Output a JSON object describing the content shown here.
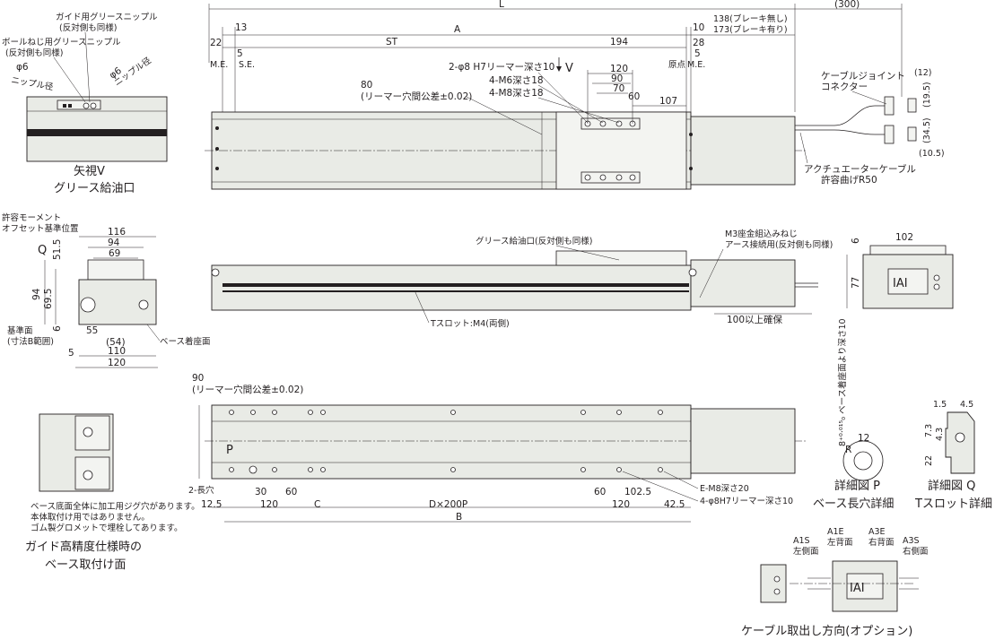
{
  "labels": {
    "L": "L",
    "A": "A",
    "ST": "ST",
    "B": "B",
    "d200p": "D×200P",
    "e_m8": "E-M8深さ20",
    "c": "C",
    "cable_len": "(300)",
    "brake_none": "138(ブレーキ無し)",
    "brake_with": "173(ブレーキ有り)",
    "me": "M.E.",
    "se": "S.E.",
    "origin": "原点",
    "v_arrow": "V",
    "reamer_8": "2-φ8 H7リーマー深さ10",
    "m6": "4-M6深さ18",
    "m8": "4-M8深さ18",
    "reamer_tol_80a": "80",
    "reamer_tol_80b": "(リーマー穴間公差±0.02)",
    "reamer_tol_90a": "90",
    "reamer_tol_90b": "(リーマー穴間公差±0.02)",
    "guide_grease_a": "ガイド用グリースニップル",
    "guide_grease_b": "(反対側も同様)",
    "ball_grease_a": "ボールねじ用グリースニップル",
    "ball_grease_b": "(反対側も同様)",
    "phi6_a": "φ6",
    "phi6_b": "φ6",
    "nipple_a": "ニップル径",
    "nipple_b": "ニップル径",
    "view_v_a": "矢視V",
    "view_v_b": "グリース給油口",
    "cable_joint_a": "ケーブルジョイント",
    "cable_joint_b": "コネクター",
    "actuator_cable_a": "アクチュエーターケーブル",
    "actuator_cable_b": "許容曲げR50",
    "allow_moment_a": "許容モーメント",
    "allow_moment_b": "オフセット基準位置",
    "ref_face_a": "基準面",
    "ref_face_b": "(寸法B範囲)",
    "base_seat": "ベース着座面",
    "grease_port": "グリース給油口(反対側も同様)",
    "m3_a": "M3座金組込みねじ",
    "m3_b": "アース接続用(反対側も同様)",
    "t_slot": "Tスロット:M4(両側)",
    "secure_100": "100以上確保",
    "slot_2": "2-長穴",
    "reamer_4": "4-φ8H7リーマー深さ10",
    "note_1": "ベース底面全体に加工用ジグ穴があります。",
    "note_2": "本体取付け用ではありません。",
    "note_3": "ゴム製グロメットで埋栓してあります。",
    "guide_spec_a": "ガイド高精度仕様時の",
    "guide_spec_b": "ベース取付け面",
    "detail_p_a": "詳細図 P",
    "detail_p_b": "ベース長穴詳細",
    "detail_q_a": "詳細図 Q",
    "detail_q_b": "Tスロット詳細",
    "detail_p_depth": "8⁺⁰·⁰¹⁵₀ ベース着座面より深さ10",
    "cable_dir": "ケーブル取出し方向(オプション)",
    "a1s_a": "A1S",
    "a1s_b": "左側面",
    "a1e_a": "A1E",
    "a1e_b": "左背面",
    "a3e_a": "A3E",
    "a3e_b": "右背面",
    "a3s_a": "A3S",
    "a3s_b": "右側面",
    "p": "P",
    "q": "Q",
    "r": "R",
    "brand": "IAI"
  },
  "dims": {
    "d22": "22",
    "d13": "13",
    "d5a": "5",
    "d10": "10",
    "d28": "28",
    "d5b": "5",
    "d194": "194",
    "d120": "120",
    "d90": "90",
    "d70": "70",
    "d60": "60",
    "d107": "107",
    "d12": "(12)",
    "d19_5": "(19.5)",
    "d34_5": "(34.5)",
    "d10_5": "(10.5)",
    "d116": "116",
    "d94": "94",
    "d69": "69",
    "d51_5": "51.5",
    "d94v": "94",
    "d69_5": "69.5",
    "d6": "6",
    "d55": "55",
    "d54": "(54)",
    "d5c": "5",
    "d110": "110",
    "d120b": "120",
    "d102": "102",
    "d6b": "6",
    "d77": "77",
    "b30": "30",
    "b60a": "60",
    "b12_5": "12.5",
    "b120a": "120",
    "b60b": "60",
    "b102_5": "102.5",
    "b120b": "120",
    "b42_5": "42.5",
    "p12": "12",
    "q1_5": "1.5",
    "q4_5": "4.5",
    "q7_3": "7.3",
    "q4_3": "4.3",
    "q22": "22"
  }
}
